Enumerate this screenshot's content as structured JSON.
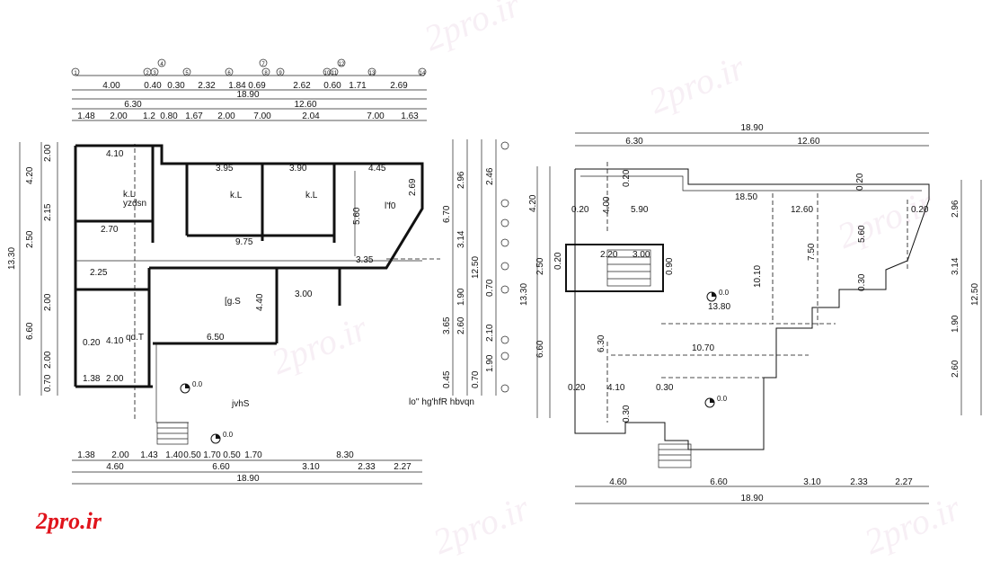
{
  "logo": "2pro.ir",
  "watermarks": [
    "2pro.ir",
    "2pro.ir",
    "2pro.ir",
    "2pro.ir",
    "2pro.ir",
    "2pro.ir"
  ],
  "left_plan": {
    "top_dims": {
      "row1": [
        "4.00",
        "0.40",
        "0.30",
        "2.32",
        "1.84",
        "0.69",
        "2.62",
        "0.60",
        "1.71",
        "2.69"
      ],
      "total": "18.90",
      "row3": [
        "6.30",
        "12.60"
      ],
      "row4": [
        "1.48",
        "2.00",
        "1.2",
        "0.80",
        "1.67",
        "2.00",
        "7.00",
        "2.04",
        "7.00",
        "1.63"
      ]
    },
    "axis_numbers": [
      "1",
      "2",
      "3",
      "4",
      "5",
      "6",
      "7",
      "8",
      "9",
      "10",
      "11",
      "12",
      "13",
      "14"
    ],
    "room_labels": [
      "k.L",
      "yzdsn",
      "k.L",
      "k.L",
      "l'f0",
      "[g.S",
      "qd.T",
      "jvhS"
    ],
    "room_dims": [
      "4.10",
      "3.95",
      "3.90",
      "4.45",
      "5.60",
      "2.69",
      "9.75",
      "3.35",
      "2.25",
      "2.70",
      "3.00",
      "4.40",
      "6.50",
      "4.10",
      "2.00",
      "1.38",
      "0.20"
    ],
    "level": "0.0",
    "caption": "lo'' hg'hfR hbvqn",
    "left_dims": [
      "4.20",
      "2.50",
      "6.60",
      "13.30",
      "2.00",
      "2.15",
      "2.00",
      "2.00",
      "0.70"
    ],
    "right_dims": [
      "2.96",
      "3.14",
      "12.50",
      "1.90",
      "2.60",
      "6.70",
      "3.65",
      "0.70",
      "1.90",
      "2.10",
      "2.46",
      "0.45",
      "0.70"
    ],
    "bottom_dims": {
      "row1": [
        "1.38",
        "2.00",
        "1.43",
        "1.40",
        "0.50",
        "1.70",
        "0.50",
        "1.70",
        "8.30"
      ],
      "row2": [
        "4.60",
        "6.60",
        "3.10",
        "2.33",
        "2.27"
      ],
      "total": "18.90"
    }
  },
  "right_plan": {
    "top": [
      "18.90",
      "6.30",
      "12.60"
    ],
    "inner": [
      "0.20",
      "5.90",
      "12.60",
      "0.20",
      "18.50",
      "0.20",
      "0.20",
      "4.00",
      "7.50",
      "5.60",
      "10.10",
      "13.80",
      "10.70",
      "6.30",
      "0.20",
      "4.10",
      "0.30",
      "0.30",
      "2.20",
      "3.00",
      "0.20",
      "0.90",
      "0.30"
    ],
    "levels": [
      "0.0",
      "0.0"
    ],
    "left_dims": [
      "4.20",
      "2.50",
      "6.60",
      "13.30"
    ],
    "right_dims": [
      "2.96",
      "3.14",
      "12.50",
      "1.90",
      "2.60"
    ],
    "bottom": [
      "4.60",
      "6.60",
      "3.10",
      "2.33",
      "2.27"
    ],
    "total": "18.90"
  },
  "colors": {
    "logo": "#e0141c",
    "ink": "#111111"
  }
}
